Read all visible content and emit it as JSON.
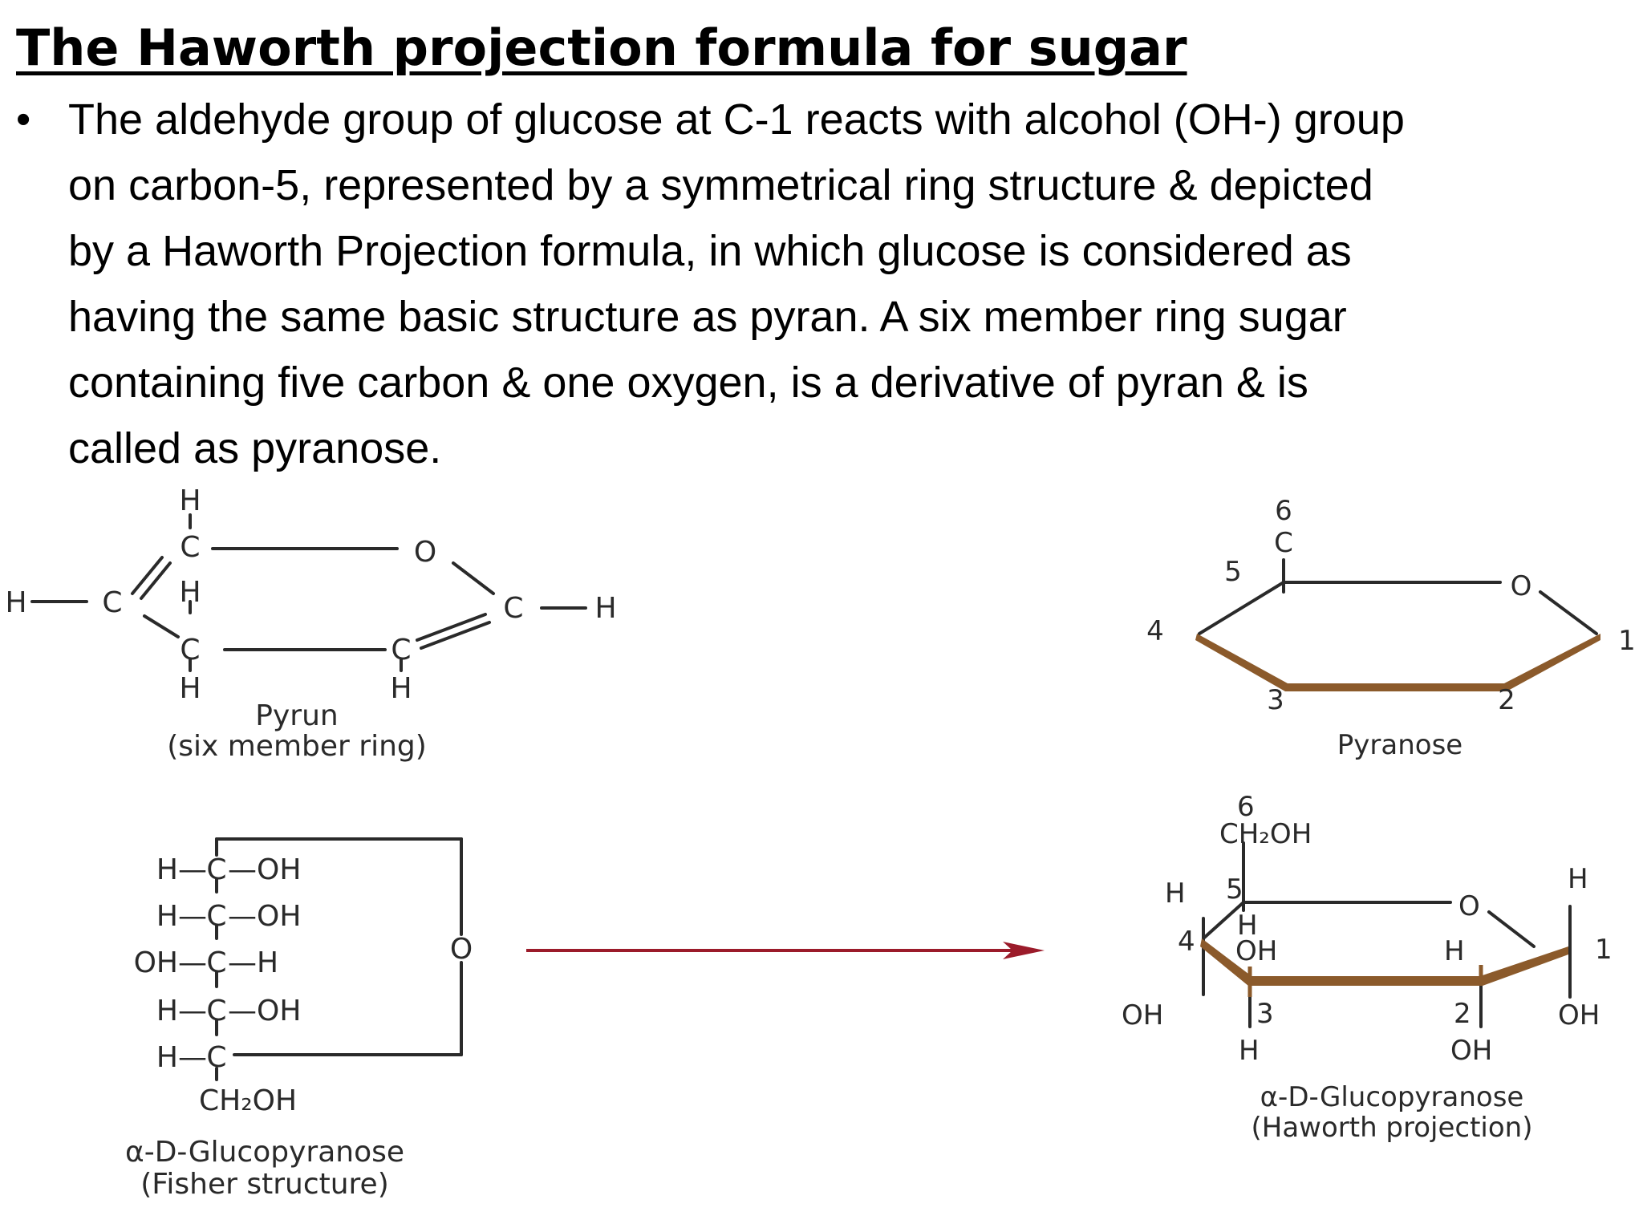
{
  "slide": {
    "title": "The Haworth projection formula for sugar",
    "bullet_lines": [
      "The aldehyde group of glucose at C-1 reacts with alcohol (OH-) group",
      "on carbon-5, represented by a symmetrical ring structure & depicted",
      "by a Haworth Projection formula, in which glucose is considered as",
      "having the same basic structure as pyran. A six member ring sugar",
      "containing five carbon & one oxygen, is a derivative of pyran & is",
      "called as pyranose."
    ]
  },
  "figure": {
    "colors": {
      "ink": "#2a2a2a",
      "ring_shadow": "#8b5a2b",
      "arrow": "#9b1b2a"
    },
    "pyran": {
      "atoms": {
        "h": "H",
        "c": "C",
        "o": "O"
      },
      "dash": "—",
      "caption_1": "Pyrun",
      "caption_2": "(six member ring)"
    },
    "pyranose": {
      "carbon_6": "6",
      "c": "C",
      "num_5": "5",
      "num_4": "4",
      "num_3": "3",
      "num_2": "2",
      "num_1": "1",
      "o": "O",
      "caption": "Pyranose"
    },
    "fisher": {
      "rows": [
        {
          "left": "H—",
          "center": "C",
          "right": "—OH"
        },
        {
          "left": "H—",
          "center": "C",
          "right": "—OH"
        },
        {
          "left": "OH—",
          "center": "C",
          "right": "—H"
        },
        {
          "left": "H—",
          "center": "C",
          "right": "—OH"
        },
        {
          "left": "H—",
          "center": "C",
          "right": ""
        }
      ],
      "ring_o": "O",
      "bottom": "CH₂OH",
      "caption_1": "α-D-Glucopyranose",
      "caption_2": "(Fisher structure)"
    },
    "haworth": {
      "num_6": "6",
      "ch2oh": "CH₂OH",
      "h5": "H",
      "num_5": "5",
      "o": "O",
      "h1_top": "H",
      "num_4": "4",
      "h_c3_top": "H",
      "oh_c3_top": "OH",
      "h_c2_top": "H",
      "num_1": "1",
      "oh_c4": "OH",
      "num_3": "3",
      "num_2": "2",
      "oh_c1": "OH",
      "h_c3_bottom": "H",
      "oh_c2_bottom": "OH",
      "caption_1": "α-D-Glucopyranose",
      "caption_2": "(Haworth projection)"
    }
  }
}
